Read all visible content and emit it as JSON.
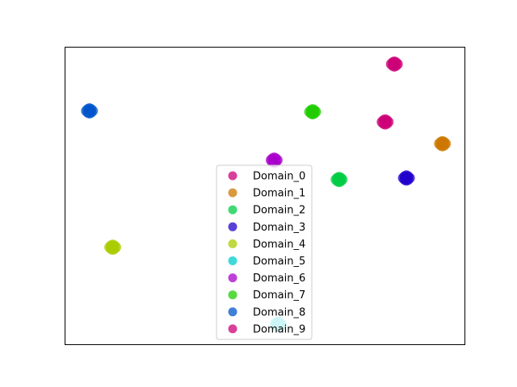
{
  "chart_data": {
    "type": "scatter",
    "title": "",
    "xlabel": "",
    "ylabel": "",
    "xlim": [
      0,
      100
    ],
    "ylim": [
      0,
      100
    ],
    "axis_ticks": false,
    "grid": false,
    "legend_placement": "lower-center",
    "series": [
      {
        "name": "Domain_0",
        "color": "#cc0077",
        "x": [
          82.3
        ],
        "y": [
          94.2
        ]
      },
      {
        "name": "Domain_1",
        "color": "#cc7700",
        "x": [
          94.3
        ],
        "y": [
          67.5
        ]
      },
      {
        "name": "Domain_2",
        "color": "#00cc44",
        "x": [
          68.5
        ],
        "y": [
          55.5
        ]
      },
      {
        "name": "Domain_3",
        "color": "#2200cc",
        "x": [
          85.3
        ],
        "y": [
          56.0
        ]
      },
      {
        "name": "Domain_4",
        "color": "#aacc00",
        "x": [
          12.0
        ],
        "y": [
          32.8
        ]
      },
      {
        "name": "Domain_5",
        "color": "#00cccc",
        "x": [
          53.3
        ],
        "y": [
          7.0
        ]
      },
      {
        "name": "Domain_6",
        "color": "#aa00cc",
        "x": [
          52.3
        ],
        "y": [
          62.0
        ]
      },
      {
        "name": "Domain_7",
        "color": "#22cc00",
        "x": [
          61.9
        ],
        "y": [
          78.2
        ]
      },
      {
        "name": "Domain_8",
        "color": "#0055cc",
        "x": [
          6.2
        ],
        "y": [
          78.5
        ]
      },
      {
        "name": "Domain_9",
        "color": "#cc0077",
        "x": [
          80.0
        ],
        "y": [
          74.8
        ]
      }
    ]
  }
}
